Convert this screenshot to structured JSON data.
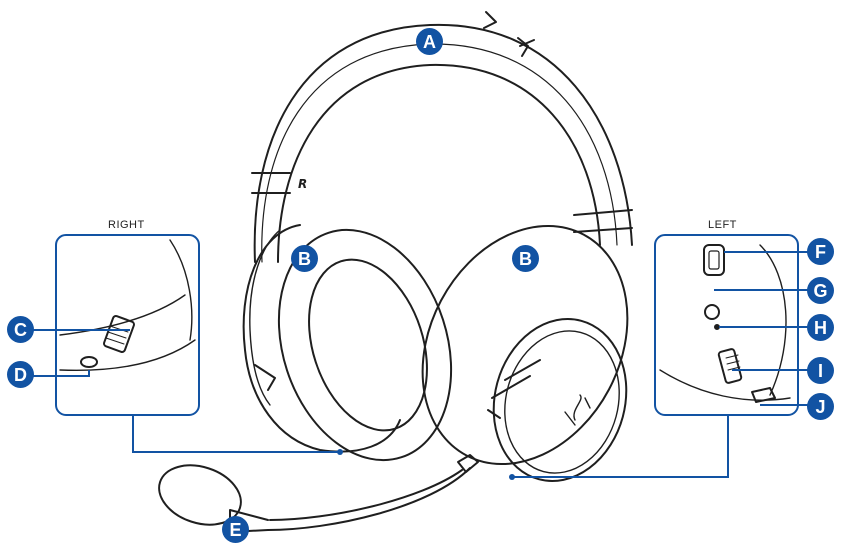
{
  "labels": {
    "right": "RIGHT",
    "left": "LEFT"
  },
  "callouts": {
    "a": "A",
    "b1": "B",
    "b2": "B",
    "c": "C",
    "d": "D",
    "e": "E",
    "f": "F",
    "g": "G",
    "h": "H",
    "i": "I",
    "j": "J"
  },
  "colors": {
    "accent": "#1253a3",
    "line": "#1f1f1f"
  }
}
